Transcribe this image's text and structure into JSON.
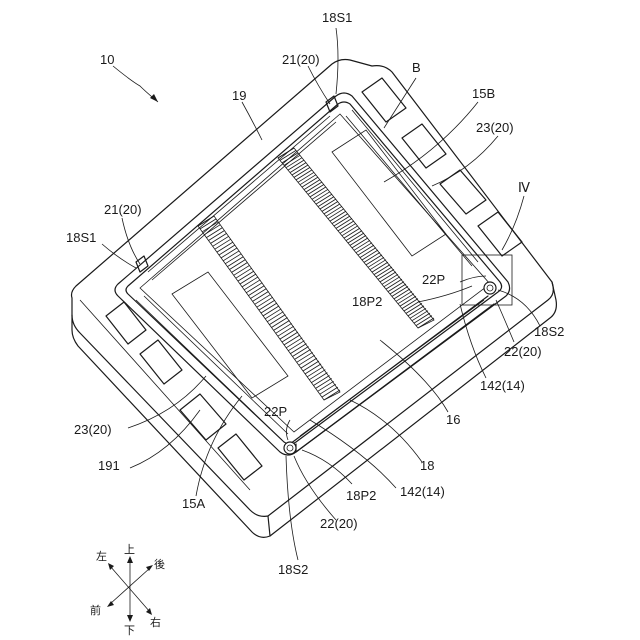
{
  "labels": {
    "device": "10",
    "l19": "19",
    "l18s1_top": "18S1",
    "l21_top": "21(20)",
    "lB": "B",
    "l15B": "15B",
    "l23_right": "23(20)",
    "lIV": "Ⅳ",
    "l21_left": "21(20)",
    "l18s1_left": "18S1",
    "l22p_right": "22P",
    "l18p2_right": "18P2",
    "l18s2_right": "18S2",
    "l22_right": "22(20)",
    "l142_right": "142(14)",
    "l16": "16",
    "l23_left": "23(20)",
    "l22p_left": "22P",
    "l191": "191",
    "l18": "18",
    "l18p2_left": "18P2",
    "l142_left": "142(14)",
    "l15A": "15A",
    "l22_bottom": "22(20)",
    "l18s2_bottom": "18S2"
  },
  "directions": {
    "up": "上",
    "down": "下",
    "left": "左",
    "right": "右",
    "front": "前",
    "back": "後"
  }
}
